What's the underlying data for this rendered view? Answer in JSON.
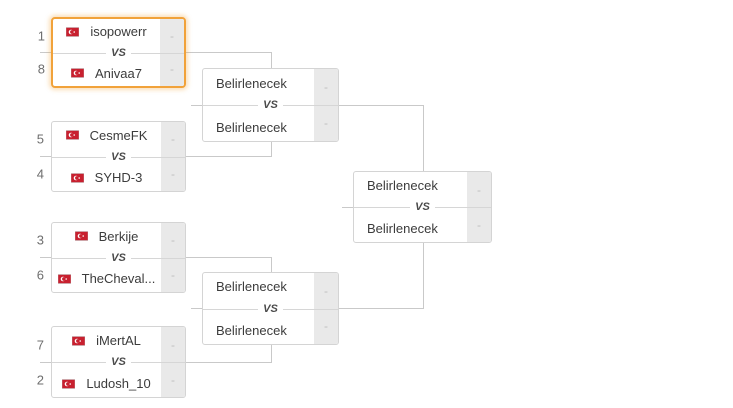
{
  "labels": {
    "vs": "VS",
    "pending_score": "-"
  },
  "colors": {
    "highlight_border": "#F1A23A",
    "box_border": "#D4D4D4",
    "connector": "#C9C9C9",
    "score_column_bg": "#E9E9E9",
    "flag_red": "#C8202F"
  },
  "bracket": {
    "round1": [
      {
        "highlighted": true,
        "players": [
          {
            "seed": "1",
            "flag": "turkey",
            "name": "isopowerr",
            "score": "-"
          },
          {
            "seed": "8",
            "flag": "turkey",
            "name": "Anivaa7",
            "score": "-"
          }
        ]
      },
      {
        "highlighted": false,
        "players": [
          {
            "seed": "5",
            "flag": "turkey",
            "name": "CesmeFK",
            "score": "-"
          },
          {
            "seed": "4",
            "flag": "turkey",
            "name": "SYHD-3",
            "score": "-"
          }
        ]
      },
      {
        "highlighted": false,
        "players": [
          {
            "seed": "3",
            "flag": "turkey",
            "name": "Berkije",
            "score": "-"
          },
          {
            "seed": "6",
            "flag": "turkey",
            "name": "TheCheval...",
            "score": "-"
          }
        ]
      },
      {
        "highlighted": false,
        "players": [
          {
            "seed": "7",
            "flag": "turkey",
            "name": "iMertAL",
            "score": "-"
          },
          {
            "seed": "2",
            "flag": "turkey",
            "name": "Ludosh_10",
            "score": "-"
          }
        ]
      }
    ],
    "semifinals": [
      {
        "players": [
          {
            "name": "Belirlenecek",
            "score": "-"
          },
          {
            "name": "Belirlenecek",
            "score": "-"
          }
        ]
      },
      {
        "players": [
          {
            "name": "Belirlenecek",
            "score": "-"
          },
          {
            "name": "Belirlenecek",
            "score": "-"
          }
        ]
      }
    ],
    "final": [
      {
        "players": [
          {
            "name": "Belirlenecek",
            "score": "-"
          },
          {
            "name": "Belirlenecek",
            "score": "-"
          }
        ]
      }
    ]
  }
}
